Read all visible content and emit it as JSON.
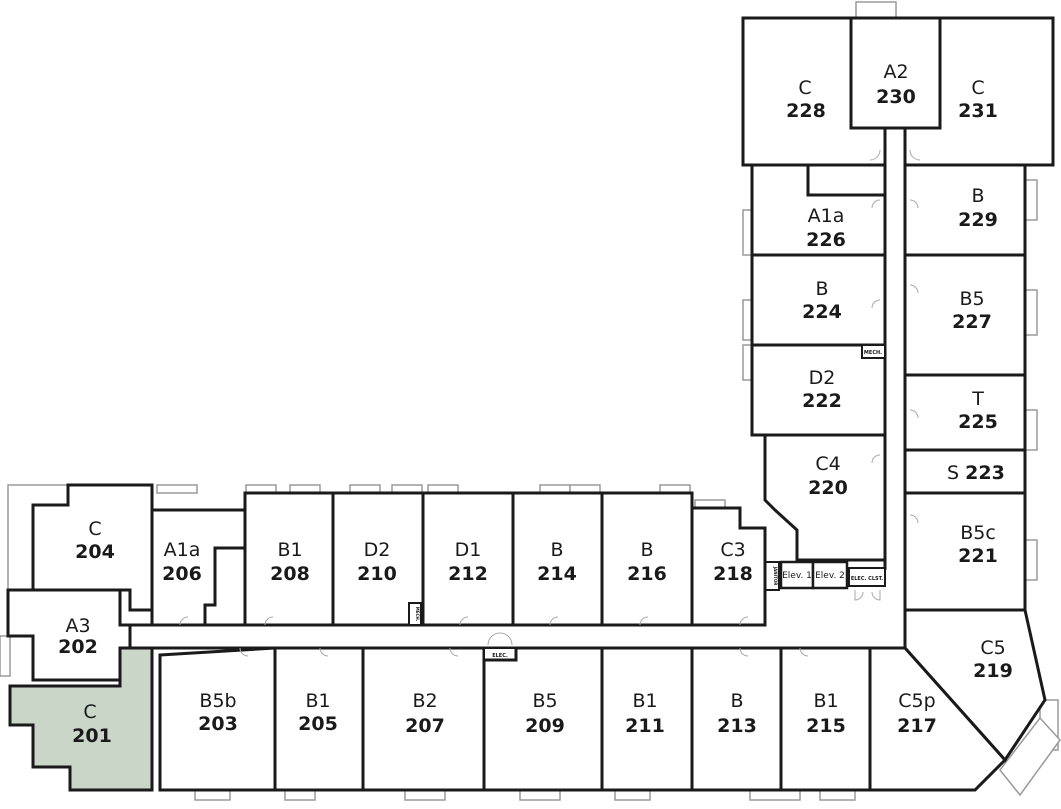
{
  "highlight_color": "#c9d6c8",
  "rooms": [
    {
      "type": "C",
      "number": "228"
    },
    {
      "type": "A2",
      "number": "230"
    },
    {
      "type": "C",
      "number": "231"
    },
    {
      "type": "A1a",
      "number": "226"
    },
    {
      "type": "B",
      "number": "229"
    },
    {
      "type": "B",
      "number": "224"
    },
    {
      "type": "B5",
      "number": "227"
    },
    {
      "type": "D2",
      "number": "222"
    },
    {
      "type": "T",
      "number": "225"
    },
    {
      "type": "C4",
      "number": "220"
    },
    {
      "type": "S",
      "number": "223"
    },
    {
      "type": "B5c",
      "number": "221"
    },
    {
      "type": "C5",
      "number": "219"
    },
    {
      "type": "C",
      "number": "204"
    },
    {
      "type": "A1a",
      "number": "206"
    },
    {
      "type": "B1",
      "number": "208"
    },
    {
      "type": "D2",
      "number": "210"
    },
    {
      "type": "D1",
      "number": "212"
    },
    {
      "type": "B",
      "number": "214"
    },
    {
      "type": "B",
      "number": "216"
    },
    {
      "type": "C3",
      "number": "218"
    },
    {
      "type": "A3",
      "number": "202"
    },
    {
      "type": "C",
      "number": "201"
    },
    {
      "type": "B5b",
      "number": "203"
    },
    {
      "type": "B1",
      "number": "205"
    },
    {
      "type": "B2",
      "number": "207"
    },
    {
      "type": "B5",
      "number": "209"
    },
    {
      "type": "B1",
      "number": "211"
    },
    {
      "type": "B",
      "number": "213"
    },
    {
      "type": "B1",
      "number": "215"
    },
    {
      "type": "C5p",
      "number": "217"
    }
  ],
  "utility": {
    "elev1": "Elev. 1",
    "elev2": "Elev. 2",
    "elec_clst": "ELEC. CLST.",
    "janitor": "JANITOR",
    "mech_top": "MECH.",
    "mech_bottom": "MECH.",
    "elec": "ELEC."
  },
  "selected_unit": "201"
}
